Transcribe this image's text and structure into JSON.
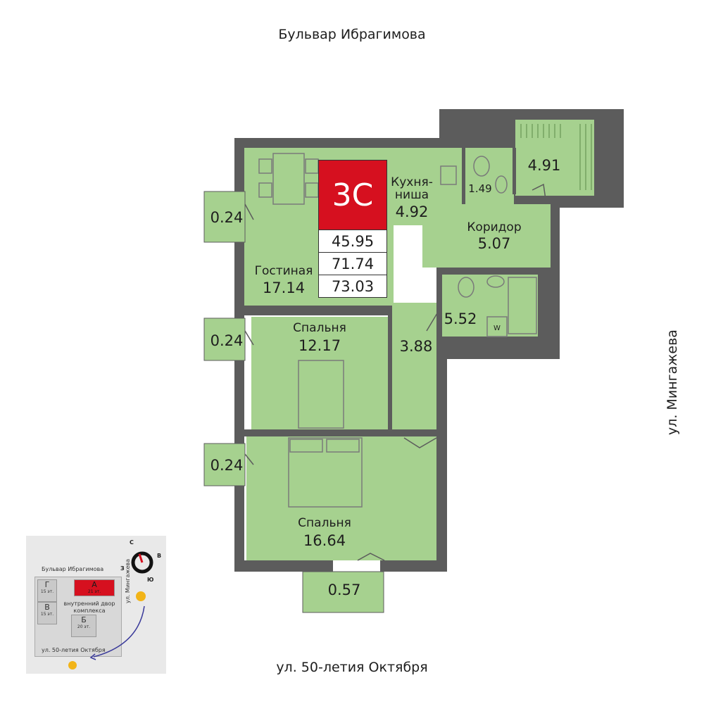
{
  "streets": {
    "top": "Бульвар Ибрагимова",
    "bottom": "ул. 50-летия Октября",
    "right": "ул. Мингажева"
  },
  "apartment": {
    "code": "3С",
    "areas": [
      "45.95",
      "71.74",
      "73.03"
    ],
    "accent_color": "#d6101f"
  },
  "rooms": {
    "living": {
      "label": "Гостиная",
      "area": "17.14"
    },
    "kitchen": {
      "label_line1": "Кухня-",
      "label_line2": "ниша",
      "area": "4.92"
    },
    "wc_small": {
      "area": "1.49"
    },
    "balcony_top": {
      "area": "4.91"
    },
    "corridor": {
      "label": "Коридор",
      "area": "5.07"
    },
    "bathroom": {
      "area": "5.52",
      "washer_mark": "W"
    },
    "hall": {
      "area": "3.88"
    },
    "bedroom1": {
      "label": "Спальня",
      "area": "12.17"
    },
    "bedroom2": {
      "label": "Спальня",
      "area": "16.64"
    },
    "loggia1": {
      "area": "0.24"
    },
    "loggia2": {
      "area": "0.24"
    },
    "loggia3": {
      "area": "0.24"
    },
    "loggia_bottom": {
      "area": "0.57"
    }
  },
  "colors": {
    "room": "#a6d18f",
    "room_light": "#c7e3b5",
    "wall": "#5c5c5c",
    "furniture_line": "#7a7a7a"
  },
  "minimap": {
    "street_top": "Бульвар Ибрагимова",
    "street_right": "ул. Мингажева",
    "street_bottom": "ул. 50-летия Октября",
    "courtyard": "внутренний двор комплекса",
    "blocks": [
      {
        "letter": "Г",
        "floors": "15 эт."
      },
      {
        "letter": "А",
        "floors": "21 эт."
      },
      {
        "letter": "В",
        "floors": "15 эт."
      },
      {
        "letter": "Б",
        "floors": "20 эт."
      }
    ],
    "compass": {
      "n": "С",
      "e": "В",
      "s": "Ю",
      "w": "З"
    },
    "sun_icon": "sun-icon"
  }
}
